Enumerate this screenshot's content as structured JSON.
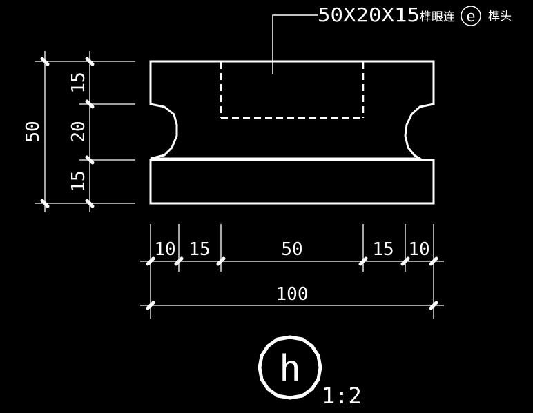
{
  "colors": {
    "background": "#000000",
    "line": "#ffffff"
  },
  "leader": {
    "spec": "50X20X15",
    "cn_before": "榫眼连",
    "circle_ref": "e",
    "cn_after": "榫头"
  },
  "dims": {
    "vertical_total": "50",
    "vertical_top": "15",
    "vertical_mid": "20",
    "vertical_bottom": "15",
    "h1": "10",
    "h2": "15",
    "h3": "50",
    "h4": "15",
    "h5": "10",
    "h_total": "100"
  },
  "detail": {
    "label": "h",
    "scale": "1:2"
  }
}
